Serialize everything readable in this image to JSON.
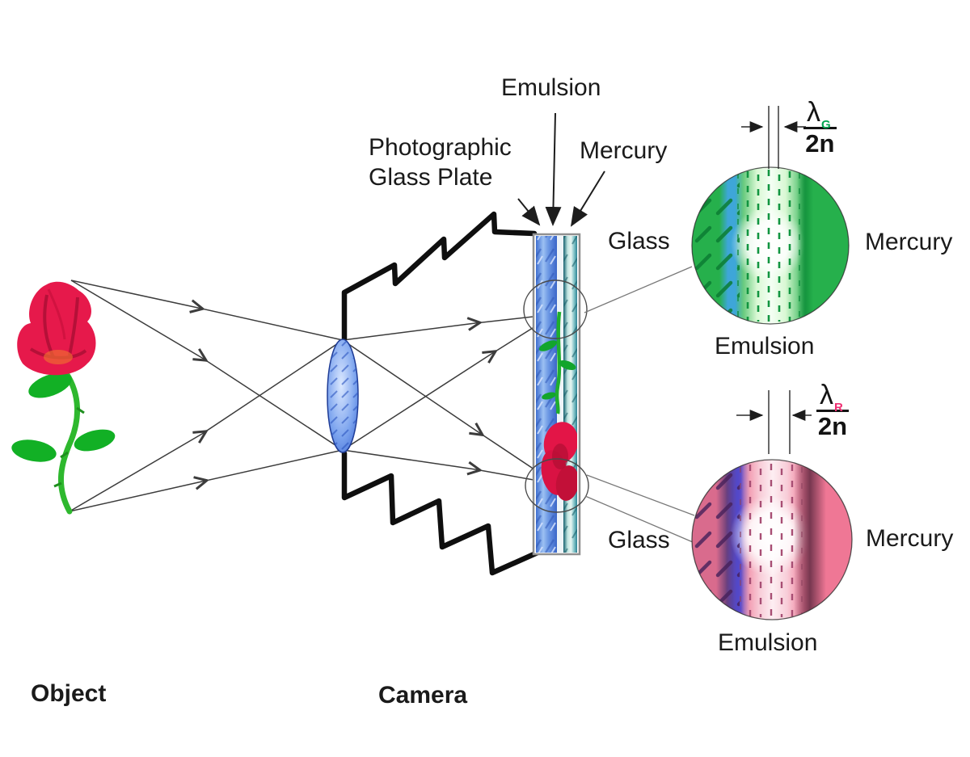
{
  "figure": {
    "description": "Lippmann interference color photography diagram",
    "labels": {
      "emulsion_top": "Emulsion",
      "photographic_line1": "Photographic",
      "photographic_line2": "Glass Plate",
      "mercury_top": "Mercury",
      "glass_top": "Glass",
      "mercury_green": "Mercury",
      "emulsion_green": "Emulsion",
      "glass_bottom": "Glass",
      "mercury_red": "Mercury",
      "emulsion_red": "Emulsion",
      "object": "Object",
      "camera": "Camera"
    },
    "formulas": {
      "green": {
        "numerator": "λ",
        "subscript": "G",
        "denominator": "2n"
      },
      "red": {
        "numerator": "λ",
        "subscript": "R",
        "denominator": "2n"
      }
    },
    "colors": {
      "lambda_g_subscript": "#00a651",
      "lambda_r_subscript": "#ef2f72",
      "rose_red": "#e31547",
      "stem_green": "#2eb82e",
      "lens_blue": "#4a7fe0",
      "glass_strip_blue": "#4a7bd8",
      "mercury_strip_teal": "#2d8294",
      "green_view": "#26b04c",
      "red_view": "#ef7795"
    }
  }
}
